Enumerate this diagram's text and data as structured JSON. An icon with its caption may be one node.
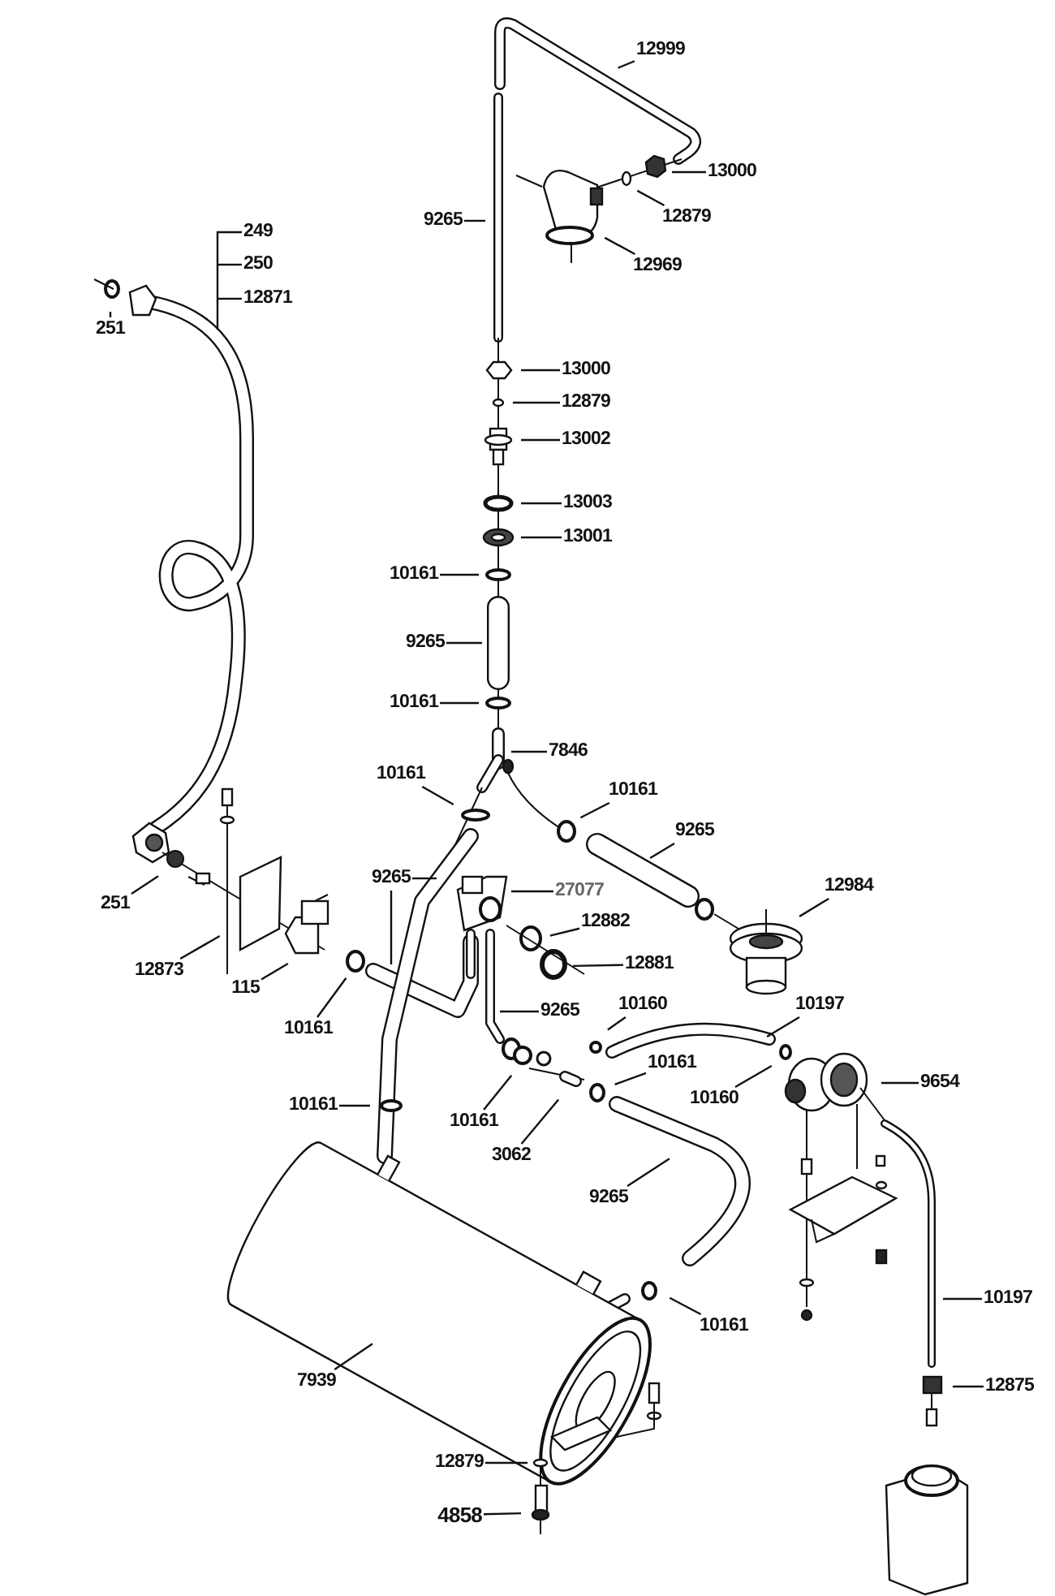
{
  "diagram": {
    "nodes": [
      {
        "text": [
          "12999"
        ]
      },
      {
        "text": [
          "13000"
        ]
      },
      {
        "text": [
          "12879"
        ]
      },
      {
        "text": [
          "9265"
        ]
      },
      {
        "text": [
          "249"
        ]
      },
      {
        "text": [
          "250"
        ]
      },
      {
        "text": [
          "12871"
        ]
      },
      {
        "text": [
          "12969"
        ]
      },
      {
        "text": [
          "251"
        ]
      },
      {
        "text": [
          "13000"
        ]
      },
      {
        "text": [
          "12879"
        ]
      },
      {
        "text": [
          "13002"
        ]
      },
      {
        "text": [
          "13003"
        ]
      },
      {
        "text": [
          "13001"
        ]
      },
      {
        "text": [
          "10161"
        ]
      },
      {
        "text": [
          "9265"
        ]
      },
      {
        "text": [
          "10161"
        ]
      },
      {
        "text": [
          "7846"
        ]
      },
      {
        "text": [
          "10161"
        ]
      },
      {
        "text": [
          "10161"
        ]
      },
      {
        "text": [
          "9265"
        ]
      },
      {
        "text": [
          "12984"
        ]
      },
      {
        "text": [
          "9265"
        ]
      },
      {
        "text": [
          "27077"
        ]
      },
      {
        "text": [
          "251"
        ]
      },
      {
        "text": [
          "12882"
        ]
      },
      {
        "text": [
          "12881"
        ]
      },
      {
        "text": [
          "12873"
        ]
      },
      {
        "text": [
          "115"
        ]
      },
      {
        "text": [
          "9265"
        ]
      },
      {
        "text": [
          "10160"
        ]
      },
      {
        "text": [
          "10197"
        ]
      },
      {
        "text": [
          "10161"
        ]
      },
      {
        "text": [
          "10161"
        ]
      },
      {
        "text": [
          "9654"
        ]
      },
      {
        "text": [
          "10160"
        ]
      },
      {
        "text": [
          "10161"
        ]
      },
      {
        "text": [
          "10161"
        ]
      },
      {
        "text": [
          "3062"
        ]
      },
      {
        "text": [
          "9265"
        ]
      },
      {
        "text": [
          "10197"
        ]
      },
      {
        "text": [
          "10161"
        ]
      },
      {
        "text": [
          "7939"
        ]
      },
      {
        "text": [
          "12875"
        ]
      },
      {
        "text": [
          "12879"
        ]
      },
      {
        "text": [
          "4858"
        ]
      }
    ],
    "edges": [
      {
        "from": 0,
        "to": null,
        "arrow": "none"
      },
      {
        "from": 1,
        "to": null,
        "arrow": "none"
      },
      {
        "from": 2,
        "to": null,
        "arrow": "none"
      },
      {
        "from": 3,
        "to": null,
        "arrow": "none"
      },
      {
        "from": 4,
        "to": null,
        "arrow": "none"
      },
      {
        "from": 5,
        "to": null,
        "arrow": "none"
      },
      {
        "from": 6,
        "to": null,
        "arrow": "none"
      },
      {
        "from": 7,
        "to": null,
        "arrow": "none"
      },
      {
        "from": 8,
        "to": null,
        "arrow": "none"
      },
      {
        "from": 9,
        "to": null,
        "arrow": "none"
      },
      {
        "from": 10,
        "to": null,
        "arrow": "none"
      },
      {
        "from": 11,
        "to": null,
        "arrow": "none"
      },
      {
        "from": 12,
        "to": null,
        "arrow": "none"
      },
      {
        "from": 13,
        "to": null,
        "arrow": "none"
      },
      {
        "from": 14,
        "to": null,
        "arrow": "none"
      },
      {
        "from": 15,
        "to": null,
        "arrow": "none"
      },
      {
        "from": 16,
        "to": null,
        "arrow": "none"
      },
      {
        "from": 17,
        "to": null,
        "arrow": "none"
      },
      {
        "from": 18,
        "to": null,
        "arrow": "none"
      },
      {
        "from": 19,
        "to": null,
        "arrow": "none"
      },
      {
        "from": 20,
        "to": null,
        "arrow": "none"
      },
      {
        "from": 21,
        "to": null,
        "arrow": "none"
      },
      {
        "from": 22,
        "to": null,
        "arrow": "none"
      },
      {
        "from": 23,
        "to": null,
        "arrow": "none"
      },
      {
        "from": 24,
        "to": null,
        "arrow": "none"
      },
      {
        "from": 25,
        "to": null,
        "arrow": "none"
      },
      {
        "from": 26,
        "to": null,
        "arrow": "none"
      },
      {
        "from": 27,
        "to": null,
        "arrow": "none"
      },
      {
        "from": 28,
        "to": null,
        "arrow": "none"
      },
      {
        "from": 29,
        "to": null,
        "arrow": "none"
      },
      {
        "from": 30,
        "to": null,
        "arrow": "none"
      },
      {
        "from": 31,
        "to": null,
        "arrow": "none"
      },
      {
        "from": 32,
        "to": null,
        "arrow": "none"
      },
      {
        "from": 33,
        "to": null,
        "arrow": "none"
      },
      {
        "from": 34,
        "to": null,
        "arrow": "none"
      },
      {
        "from": 35,
        "to": null,
        "arrow": "none"
      },
      {
        "from": 36,
        "to": null,
        "arrow": "none"
      },
      {
        "from": 37,
        "to": null,
        "arrow": "none"
      },
      {
        "from": 38,
        "to": null,
        "arrow": "none"
      },
      {
        "from": 39,
        "to": null,
        "arrow": "none"
      },
      {
        "from": 40,
        "to": null,
        "arrow": "none"
      },
      {
        "from": 41,
        "to": null,
        "arrow": "none"
      },
      {
        "from": 42,
        "to": null,
        "arrow": "none"
      },
      {
        "from": 43,
        "to": null,
        "arrow": "none"
      },
      {
        "from": 44,
        "to": null,
        "arrow": "none"
      },
      {
        "from": 45,
        "to": null,
        "arrow": "none"
      },
      {
        "from": 22,
        "to": null,
        "arrow": "none"
      }
    ]
  }
}
